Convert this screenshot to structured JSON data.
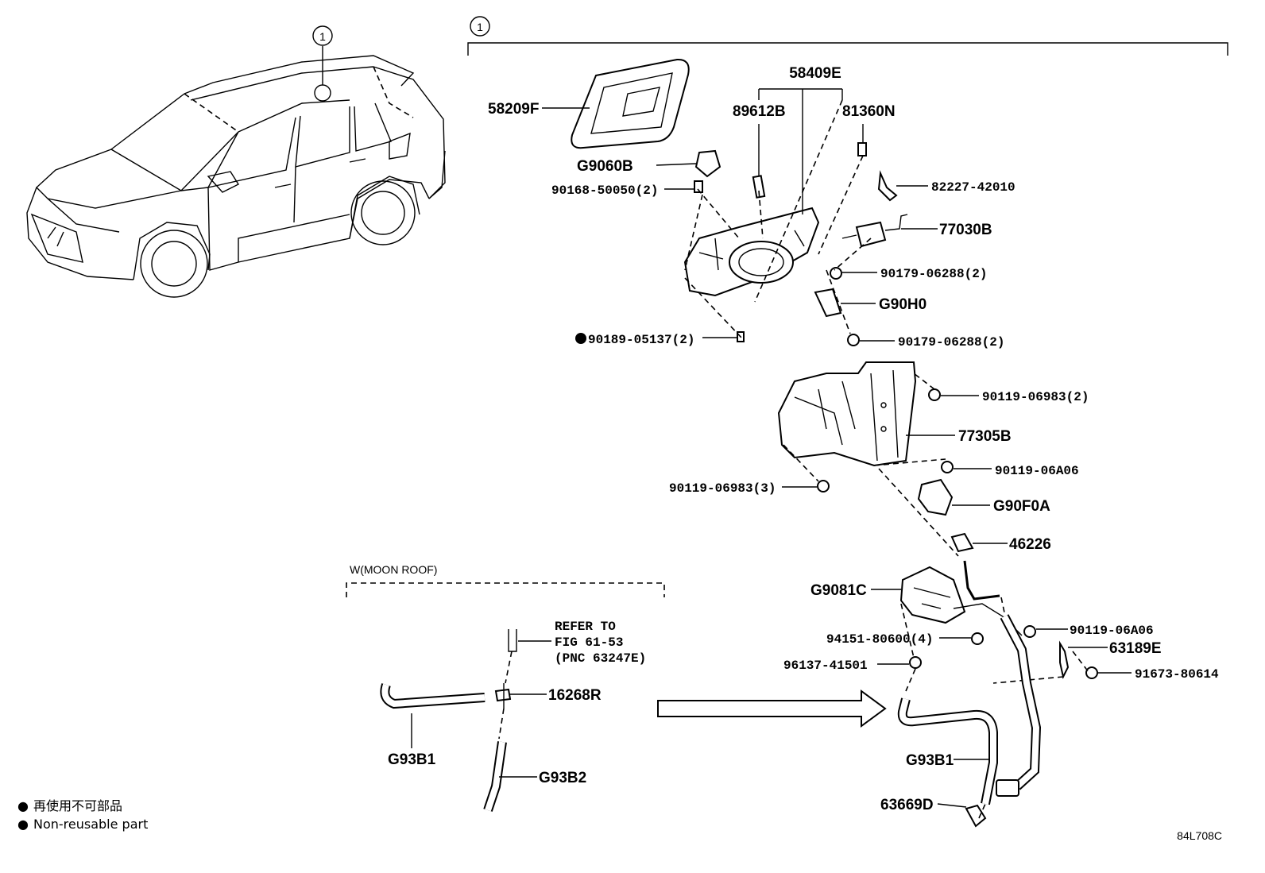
{
  "callout_number": "1",
  "section_label": "W(MOON ROOF)",
  "refer_note": [
    "REFER TO",
    "FIG 61-53",
    "(PNC 63247E)"
  ],
  "figure_code": "84L708C",
  "legend": [
    {
      "symbol": "●",
      "text": "再使用不可部品"
    },
    {
      "symbol": "●",
      "text": "Non-reusable part"
    }
  ],
  "parts": {
    "p58409E": "58409E",
    "p58209F": "58209F",
    "p89612B": "89612B",
    "p81360N": "81360N",
    "pG9060B": "G9060B",
    "p90168": "90168-50050(2)",
    "p82227": "82227-42010",
    "p77030B": "77030B",
    "p90179a": "90179-06288(2)",
    "pG90H0": "G90H0",
    "p90189": "90189-05137(2)",
    "p90179b": "90179-06288(2)",
    "p90119a": "90119-06983(2)",
    "p77305B": "77305B",
    "p90119b": "90119-06A06",
    "p90119c": "90119-06983(3)",
    "pG90F0A": "G90F0A",
    "p46226": "46226",
    "pG9081C": "G9081C",
    "p90119d": "90119-06A06",
    "p94151": "94151-80600(4)",
    "p63189E": "63189E",
    "p96137": "96137-41501",
    "p91673": "91673-80614",
    "p16268R": "16268R",
    "pG93B1a": "G93B1",
    "pG93B2": "G93B2",
    "pG93B1b": "G93B1",
    "p63669D": "63669D"
  }
}
